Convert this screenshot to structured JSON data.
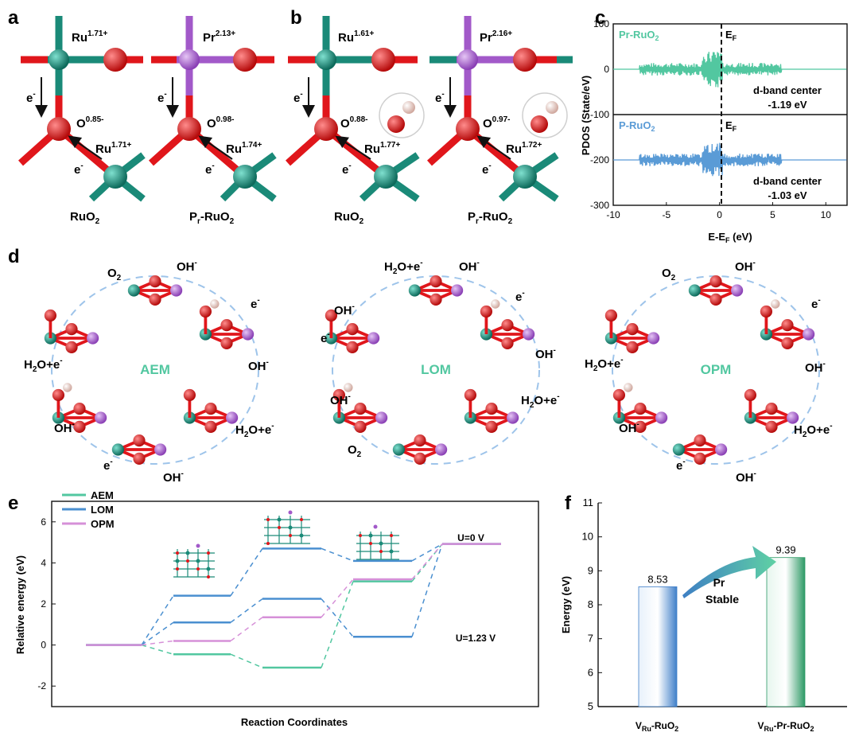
{
  "panels": {
    "a": {
      "label": "a",
      "left": {
        "ru_top": "Ru",
        "ru_top_ch": "1.71+",
        "o": "O",
        "o_ch": "0.85-",
        "ru_bot": "Ru",
        "ru_bot_ch": "1.71+",
        "e1": "e",
        "e2": "e",
        "name": "RuO",
        "name_sub": "2"
      },
      "right": {
        "pr_top": "Pr",
        "pr_top_ch": "2.13+",
        "o": "O",
        "o_ch": "0.98-",
        "ru_bot": "Ru",
        "ru_bot_ch": "1.74+",
        "e1": "e",
        "e2": "e",
        "name_p": "P",
        "name_r": "r",
        "name_rest": "-RuO",
        "name_sub": "2"
      }
    },
    "b": {
      "label": "b",
      "left": {
        "ru_top": "Ru",
        "ru_top_ch": "1.61+",
        "o": "O",
        "o_ch": "0.88-",
        "ru_bot": "Ru",
        "ru_bot_ch": "1.77+",
        "e1": "e",
        "e2": "e",
        "name": "RuO",
        "name_sub": "2"
      },
      "right": {
        "pr_top": "Pr",
        "pr_top_ch": "2.16+",
        "o": "O",
        "o_ch": "0.97-",
        "ru_bot": "Ru",
        "ru_bot_ch": "1.72+",
        "e1": "e",
        "e2": "e",
        "name_p": "P",
        "name_r": "r",
        "name_rest": "-RuO",
        "name_sub": "2"
      }
    },
    "c": {
      "label": "c",
      "series1_label": "Pr-RuO",
      "series1_sub": "2",
      "series2_label": "P-RuO",
      "series2_sub": "2",
      "ef": "E",
      "ef_sub": "F",
      "dband_title": "d-band center",
      "dband1": "-1.19 eV",
      "dband2": "-1.03 eV",
      "ylabel": "PDOS (State/eV)",
      "xlabel": "E-E",
      "xlabel_sub": "F",
      "xlabel_rest": " (eV)"
    },
    "d": {
      "label": "d",
      "aem": {
        "name": "AEM",
        "species": [
          "O",
          "OH",
          "e",
          "OH",
          "H",
          "+e",
          "e",
          "OH",
          "H",
          "+e",
          "OH"
        ]
      },
      "lom": {
        "name": "LOM"
      },
      "opm": {
        "name": "OPM"
      }
    },
    "e": {
      "label": "e",
      "ylabel": "Relative energy (eV)",
      "xlabel": "Reaction Coordinates",
      "u0": "U=0 V",
      "u123": "U=1.23 V"
    },
    "f": {
      "label": "f",
      "ylabel": "Energy (eV)",
      "arrow_label": "Pr",
      "arrow_note": "Stable",
      "cat1": "V",
      "cat1_sub": "Ru",
      "cat1_rest": "-RuO",
      "cat1_sub2": "2",
      "cat2": "V",
      "cat2_sub": "Ru",
      "cat2_rest": "-Pr-RuO",
      "cat2_sub2": "2"
    }
  },
  "species": {
    "o2": "O",
    "o2_sub": "2",
    "oh": "OH",
    "minus": "-",
    "em": "e",
    "h2oe_h": "H",
    "h2oe_sub": "2",
    "h2oe_rest": "O+e"
  },
  "colors": {
    "ru": "#1a8a78",
    "o": "#e0161b",
    "pr": "#a259c9",
    "h": "#e8c4bb",
    "aem": "#52c7a0",
    "lom": "#4a8fd0",
    "opm": "#d690d8",
    "arrow": "#9ec4ea"
  },
  "chart_data": [
    {
      "type": "line",
      "panel": "c",
      "title": "",
      "xlabel": "E-EF (eV)",
      "ylabel": "PDOS (State/eV)",
      "xlim": [
        -10,
        12
      ],
      "ylim": [
        -300,
        100
      ],
      "xticks": [
        -10,
        -5,
        0,
        5,
        10
      ],
      "yticks": [
        100,
        0,
        -100,
        -200,
        -300
      ],
      "series": [
        {
          "name": "Pr-RuO2",
          "offset": 0,
          "color": "#52c7a0"
        },
        {
          "name": "P-RuO2",
          "offset": -200,
          "color": "#5a9bd6"
        }
      ],
      "annotations": [
        "d-band center -1.19 eV",
        "d-band center -1.03 eV"
      ]
    },
    {
      "type": "line",
      "panel": "e",
      "xlabel": "Reaction Coordinates",
      "ylabel": "Relative energy (eV)",
      "ylim": [
        -3,
        7
      ],
      "yticks": [
        -2,
        0,
        2,
        4,
        6
      ],
      "series": [
        {
          "name": "AEM",
          "values": [
            0,
            -0.45,
            -1.1,
            3.1,
            4.92
          ],
          "color": "#52c7a0"
        },
        {
          "name": "LOM",
          "values": [
            0,
            1.1,
            2.25,
            0.4,
            4.92
          ],
          "color": "#4a8fd0"
        },
        {
          "name": "OPM",
          "values": [
            0,
            0.2,
            1.35,
            3.2,
            4.92
          ],
          "color": "#d690d8"
        }
      ],
      "levels_u0": [
        0,
        2.4,
        4.7,
        4.1,
        4.92
      ],
      "annotations": [
        "U=0 V",
        "U=1.23 V"
      ]
    },
    {
      "type": "bar",
      "panel": "f",
      "categories": [
        "VRu-RuO2",
        "VRu-Pr-RuO2"
      ],
      "values": [
        8.53,
        9.39
      ],
      "ylabel": "Energy (eV)",
      "ylim": [
        5,
        11
      ],
      "yticks": [
        5,
        6,
        7,
        8,
        9,
        10,
        11
      ]
    }
  ]
}
